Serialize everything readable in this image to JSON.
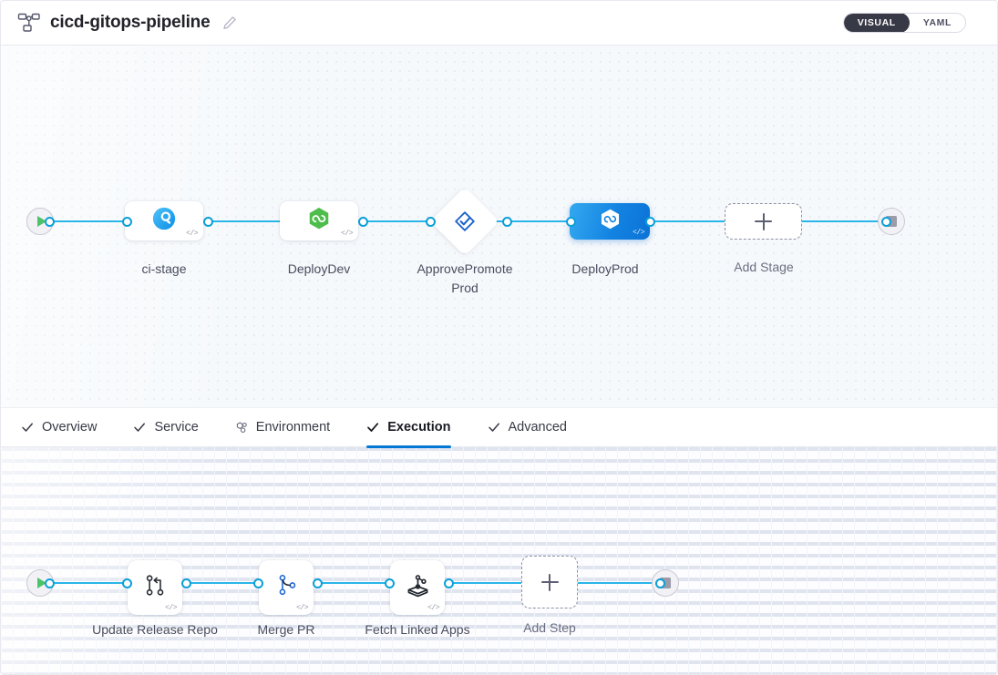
{
  "header": {
    "pipeline_icon": "pipeline-hierarchy-icon",
    "title": "cicd-gitops-pipeline",
    "edit_icon": "pencil-edit-icon",
    "view_toggle": {
      "options": [
        "VISUAL",
        "YAML"
      ],
      "selected": "VISUAL",
      "visual_label": "VISUAL",
      "yaml_label": "YAML"
    }
  },
  "accent_colors": {
    "edge": "#29b5e8",
    "dot_border": "#0b9fd8",
    "selected_node": "#1383e2",
    "active_tab_underline": "#0278d5",
    "start_play": "#4dc26a",
    "stop_square": "#9b9baa",
    "canvas_top_bg": "#f6f9fc",
    "canvas_bottom_bg": "#fdfdff"
  },
  "stage_graph": {
    "start_node": {
      "name": "pipeline-start",
      "icon": "play-icon"
    },
    "end_node": {
      "name": "pipeline-end",
      "icon": "stop-icon"
    },
    "stages": [
      {
        "id": "ci-stage",
        "label": "ci-stage",
        "icon": "ci-build-icon",
        "shape": "rounded",
        "selected": false,
        "code_badge": "</>"
      },
      {
        "id": "deploy-dev",
        "label": "DeployDev",
        "icon": "harness-hexagon-green-icon",
        "shape": "rounded",
        "selected": false,
        "code_badge": "</>"
      },
      {
        "id": "approve-promote",
        "label": "ApprovePromoteProd",
        "icon": "approval-check-icon",
        "shape": "diamond",
        "selected": false,
        "code_badge": ""
      },
      {
        "id": "deploy-prod",
        "label": "DeployProd",
        "icon": "harness-hexagon-white-icon",
        "shape": "rounded",
        "selected": true,
        "code_badge": "</>"
      }
    ],
    "add_stage": {
      "label": "Add Stage",
      "icon": "plus-icon"
    }
  },
  "tabs": [
    {
      "id": "overview",
      "label": "Overview",
      "icon": "check-icon",
      "active": false
    },
    {
      "id": "service",
      "label": "Service",
      "icon": "check-icon",
      "active": false
    },
    {
      "id": "environment",
      "label": "Environment",
      "icon": "hexagon-infra-icon",
      "active": false
    },
    {
      "id": "execution",
      "label": "Execution",
      "icon": "check-icon",
      "active": true
    },
    {
      "id": "advanced",
      "label": "Advanced",
      "icon": "check-icon",
      "active": false
    }
  ],
  "step_graph": {
    "start_node": {
      "name": "execution-start",
      "icon": "play-icon"
    },
    "end_node": {
      "name": "execution-end",
      "icon": "stop-icon"
    },
    "steps": [
      {
        "id": "update-release-repo",
        "label": "Update Release Repo",
        "icon": "git-update-branch-icon",
        "code_badge": "</>"
      },
      {
        "id": "merge-pr",
        "label": "Merge PR",
        "icon": "git-merge-branch-icon",
        "code_badge": "</>"
      },
      {
        "id": "fetch-linked-apps",
        "label": "Fetch Linked Apps",
        "icon": "gitops-apps-icon",
        "code_badge": "</>"
      }
    ],
    "add_step": {
      "label": "Add Step",
      "icon": "plus-icon"
    }
  }
}
